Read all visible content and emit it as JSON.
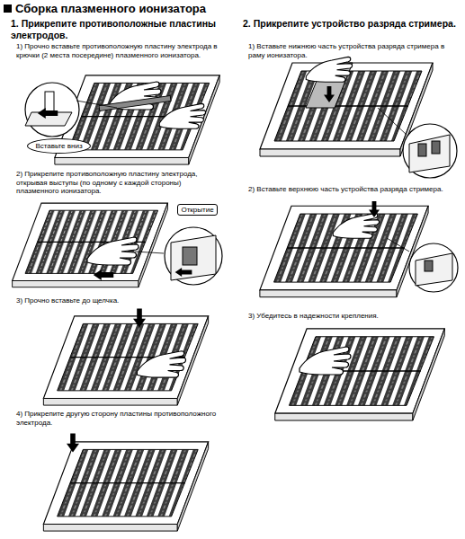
{
  "diagram": {
    "title": "Сборка плазменного ионизатора",
    "nodes": [
      {
        "text": [
          "Вставьте вниз"
        ]
      },
      {
        "text": [
          "Открытие"
        ]
      }
    ],
    "labels": [
      "1. Прикрепите противоположные пластины электродов.",
      "1) Прочно вставьте противоположную пластину электрода в крючки (2 места посередине) плазменного ионизатора.",
      "2) Прикрепите противоположную пластину электрода, открывая выступы (по одному с каждой стороны) плазменного ионизатора.",
      "3) Прочно вставьте до щелчка.",
      "4) Прикрепите другую сторону пластины противоположного электрода.",
      "2. Прикрепите устройство разряда стримера.",
      "1) Вставьте нижнюю часть устройства разряда стримера в раму ионизатора.",
      "2) Вставьте верхнюю часть устройства разряда стримера.",
      "3) Убедитесь в надежности крепления."
    ]
  }
}
